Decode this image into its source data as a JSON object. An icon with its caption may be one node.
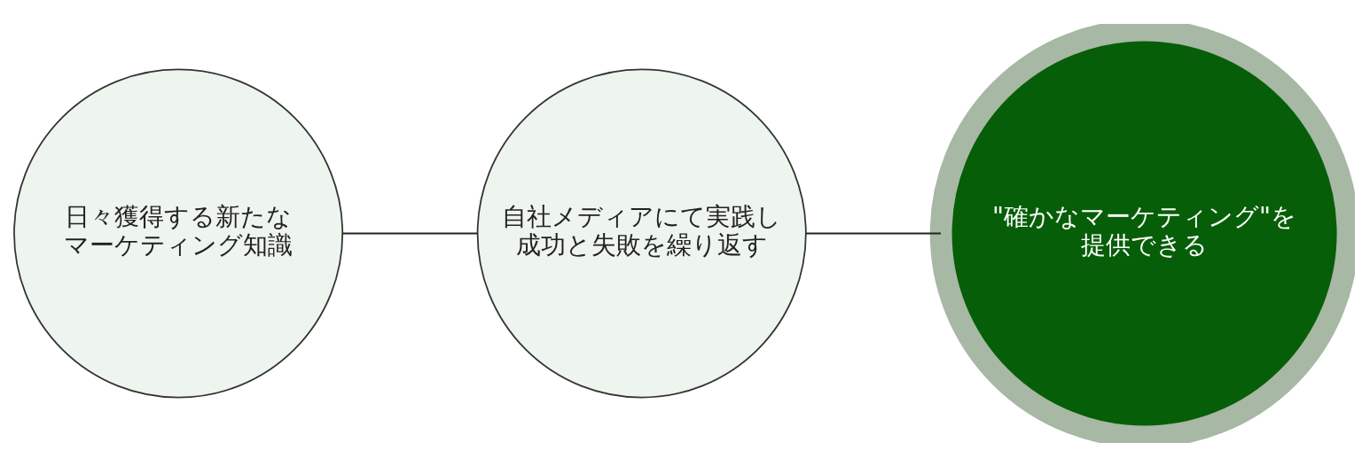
{
  "diagram": {
    "nodes": [
      {
        "text": [
          "日々獲得する新たなマーケティング知識"
        ]
      },
      {
        "text": [
          "自社メディアにて実践し成功と失敗を繰り返す"
        ]
      },
      {
        "text": [
          "\"確かなマーケティング\"を提供できる"
        ]
      }
    ],
    "edges": [
      {
        "from": 0,
        "to": 1,
        "arrow": "none"
      },
      {
        "from": 1,
        "to": 2,
        "arrow": "none"
      }
    ]
  }
}
